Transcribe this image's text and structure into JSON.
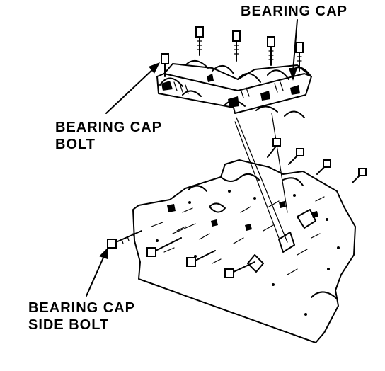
{
  "labels": {
    "bearing_cap": "BEARING CAP",
    "bearing_cap_bolt": [
      "BEARING CAP",
      "BOLT"
    ],
    "bearing_cap_side_bolt": [
      "BEARING CAP",
      "SIDE BOLT"
    ]
  },
  "colors": {
    "ink": "#000000",
    "paper": "#ffffff"
  }
}
